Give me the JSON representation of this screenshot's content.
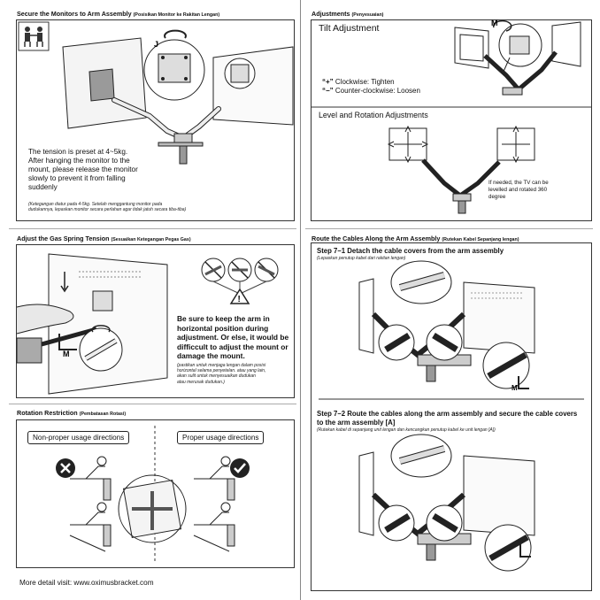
{
  "left": {
    "secure": {
      "heading": "Secure the Monitors to Arm Assembly",
      "heading_sub": "(Posisikan Monitor ke Rakitan Lengan)",
      "text": [
        "The tension is preset at 4~5kg.",
        "After hanging the monitor to the",
        "mount, please release the monitor",
        "slowly to prevent it from falling",
        "suddenly"
      ],
      "note": [
        "(Ketegangan diatur pada 4-5kg. Setelah menggantung monitor pada",
        "dudukannya, lepaskan monitor secara perlahan agar tidak jatuh secara tiba-tiba)"
      ],
      "label_j": "J"
    },
    "gas": {
      "heading": "Adjust the Gas Spring Tension",
      "heading_sub": "(Sesuaikan Ketegangan Pegas Gas)",
      "text": [
        "Be sure to keep the arm in",
        "horizontal position during",
        "adjustment. Or else, it would be",
        "difficcult to adjust the mount or",
        "damage the mount."
      ],
      "note": [
        "(pastikan untuk menjaga lengan dalam posisi",
        "horizontal selama penyetelan. atau yang lain,",
        "akan sulit untuk menyesuaikan dudukan",
        "atau merusak dudukan.)"
      ],
      "label_m": "M"
    },
    "rotation": {
      "heading": "Rotation Restriction",
      "heading_sub": "(Pembatasan Rotasi)",
      "non_proper": "Non-proper usage directions",
      "proper": "Proper usage directions"
    },
    "footer": "More detail visit: www.oximusbracket.com"
  },
  "right": {
    "adjustments": {
      "heading": "Adjustments",
      "heading_sub": "(Penyesuaian)",
      "tilt_title": "Tilt Adjustment",
      "clockwise": "Clockwise: Tighten",
      "counter": "Counter-clockwise: Loosen",
      "plus": "“+”",
      "minus": "“−”",
      "label_m": "M",
      "level_title": "Level and Rotation Adjustments",
      "level_note": [
        "If needed, the TV can be",
        "levelled and rotated 360",
        "degree"
      ]
    },
    "route": {
      "heading": "Route the Cables Along the Arm Assembly",
      "heading_sub": "(Rutekan Kabel Sepanjang lengan)",
      "step1": "Step 7–1 Detach the cable covers from the arm assembly",
      "step1_note": "(Lepaskan penutup kabel dari rakitan lengan)",
      "step2": [
        "Step 7–2 Route the cables along the arm assembly and secure the cable covers",
        "to the arm assembly [A]"
      ],
      "step2_note": "(Rutekan kabel di sepanjang unit lengan dan kencangkan penutup kabel ke unit lengan [A])",
      "label_m": "M"
    }
  }
}
